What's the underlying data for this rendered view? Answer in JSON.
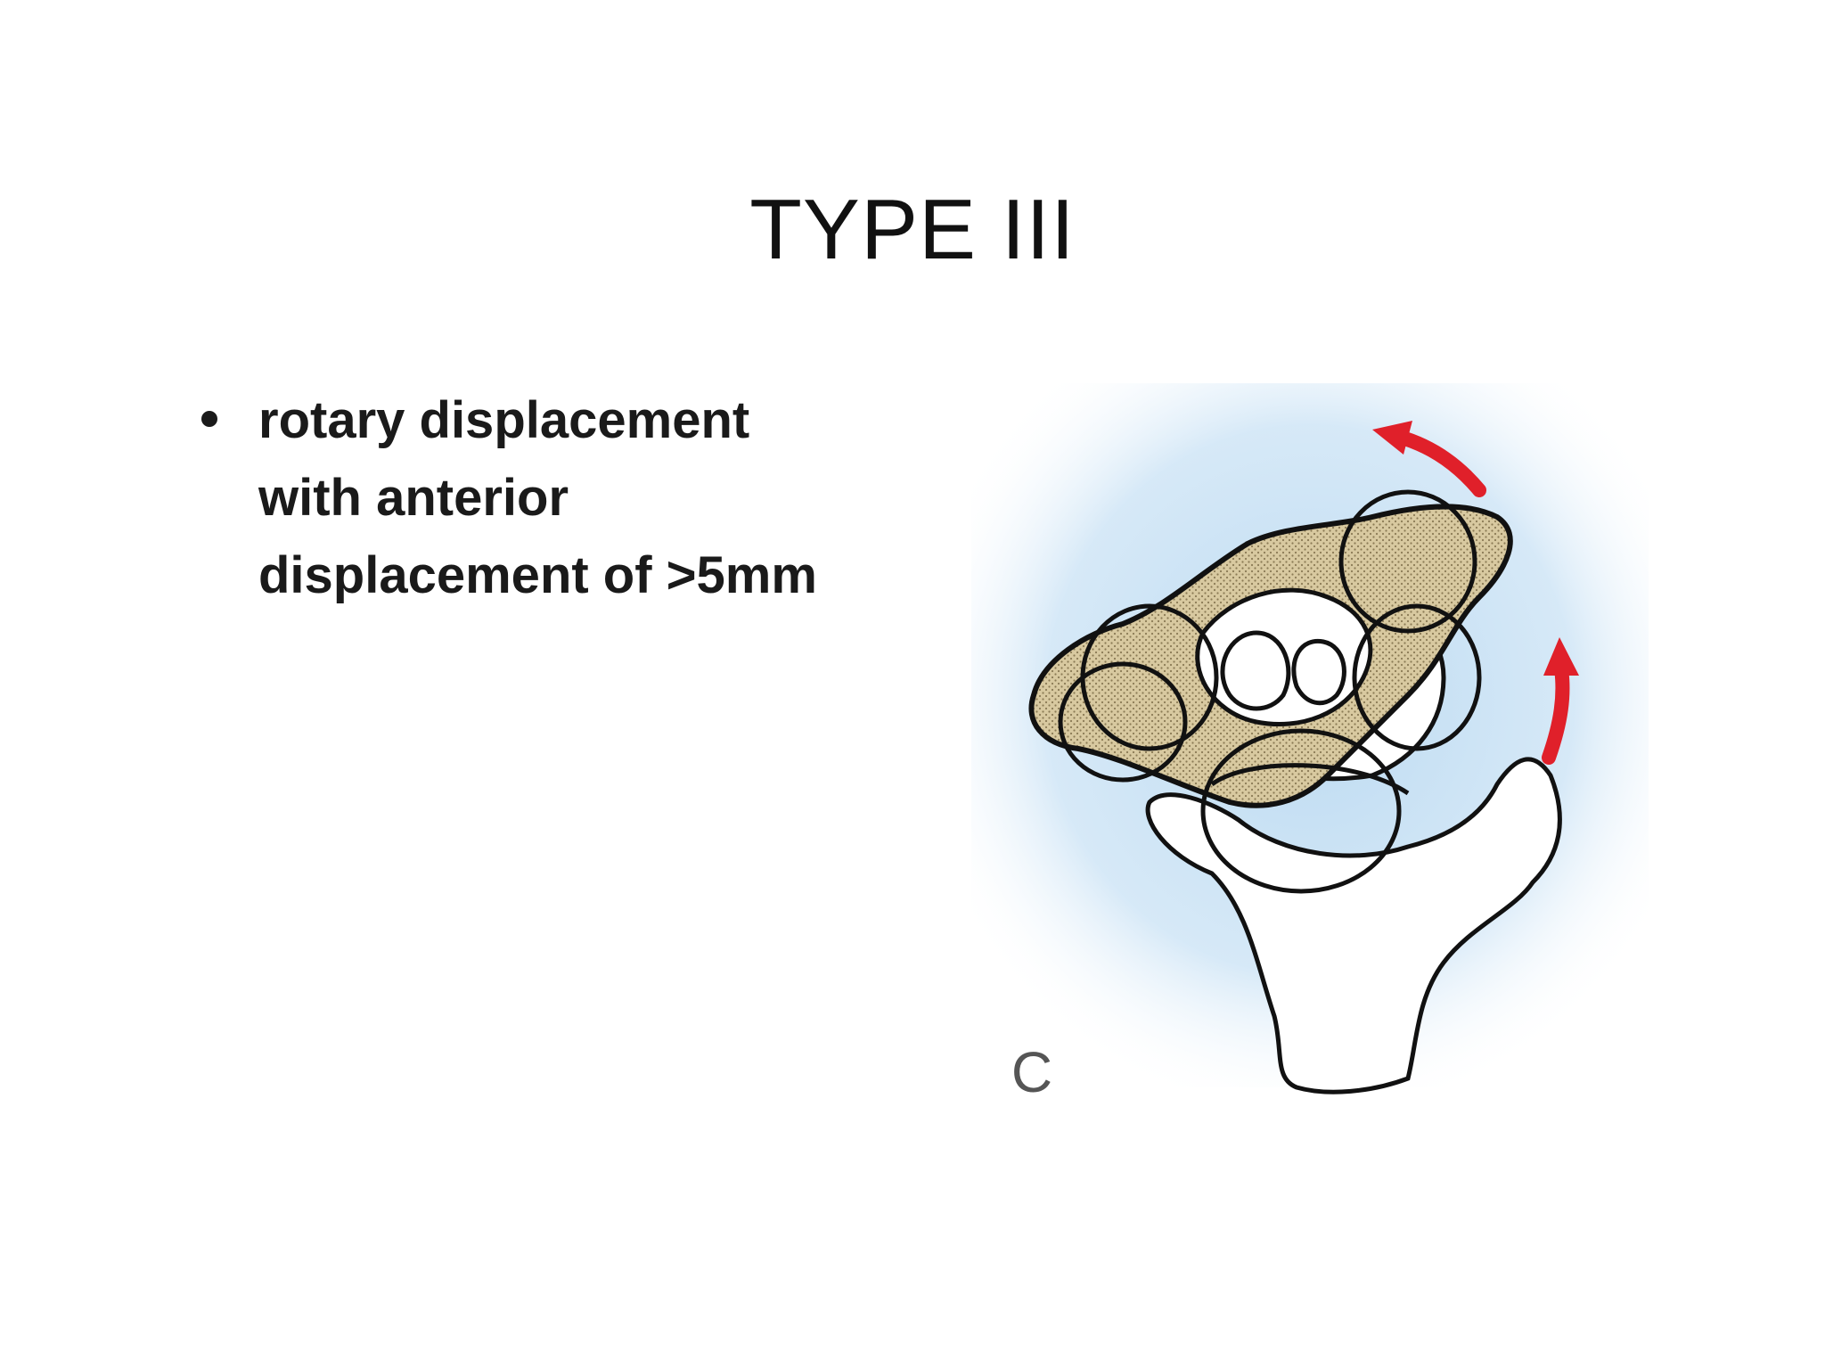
{
  "slide": {
    "title": "TYPE III",
    "bullets": [
      {
        "text": "rotary displacement\nwith anterior\ndisplacement of  >5mm"
      }
    ]
  },
  "figure": {
    "panel_label": "C",
    "arrow_color": "#e0202a",
    "background_color": "#d3e8f7",
    "atlas_fill": "#d8c9a0",
    "axis_fill": "#ffffff",
    "outline_color": "#111111",
    "icons": [
      "rotation-arrow-icon"
    ]
  }
}
